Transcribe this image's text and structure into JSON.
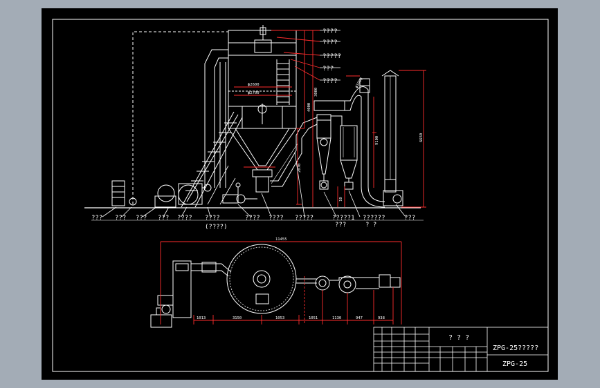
{
  "drawing": {
    "callouts_right": [
      "????",
      "????",
      "?????",
      "???",
      "????"
    ],
    "bottom_labels": [
      "???",
      "???",
      "???",
      "???",
      "????",
      "????",
      "????",
      "????",
      "?????",
      "?????1",
      "??????",
      "???"
    ],
    "bottom_labels_sub": [
      "(????)",
      "???",
      "? ?"
    ],
    "dims_elevation": [
      "ϕ2600",
      "ϕ2700",
      "3000",
      "4000",
      "2070",
      "ϕ1000",
      "6650",
      "10",
      "9100"
    ],
    "plan_dims": [
      "11455",
      "1013",
      "3150",
      "1053",
      "1051",
      "1130",
      "947",
      "938"
    ]
  },
  "title_block": {
    "title": "? ? ?",
    "drawing_name": "ZPG-25?????",
    "drawing_code": "ZPG-25"
  },
  "colors": {
    "background": "#a3acb6",
    "sheet": "#000000",
    "line": "#ffffff",
    "dimension": "#ff2d2d",
    "hatch": "#cfcfcf"
  }
}
